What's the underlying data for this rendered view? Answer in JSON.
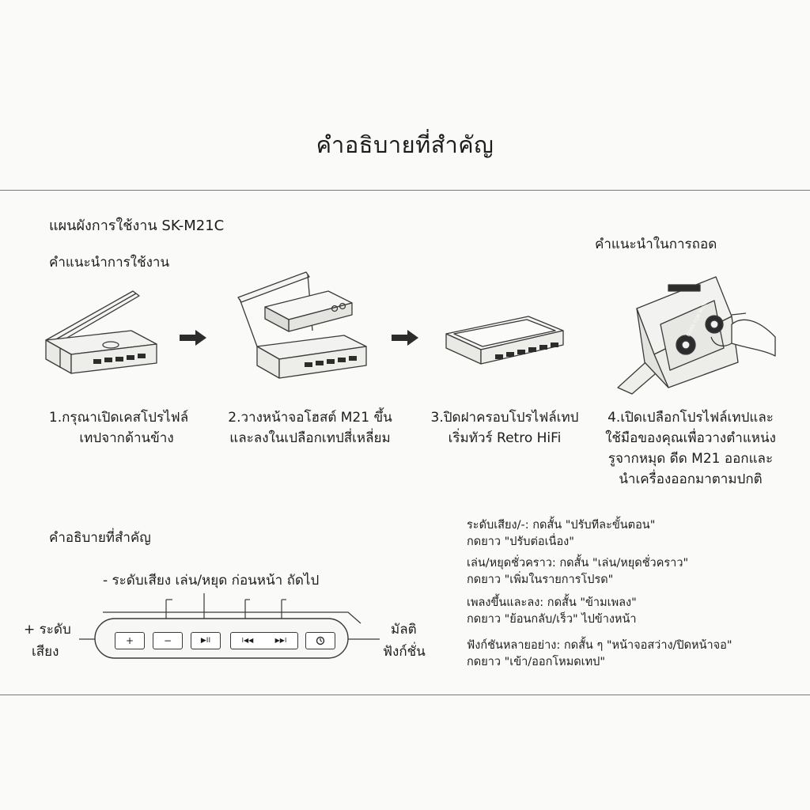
{
  "title": "คำอธิบายที่สำคัญ",
  "diagram_heading": "แผนผังการใช้งาน SK-M21C",
  "usage_heading": "คำแนะนำการใช้งาน",
  "removal_heading": "คำแนะนำในการถอด",
  "steps": [
    {
      "line1": "1.กรุณาเปิดเคสโปรไฟล์",
      "line2": "เทปจากด้านข้าง"
    },
    {
      "line1": "2.วางหน้าจอโฮสต์ M21 ขึ้น",
      "line2": "และลงในเปลือกเทปสี่เหลี่ยม"
    },
    {
      "line1": "3.ปิดฝาครอบโปรไฟล์เทป",
      "line2": "เริ่มทัวร์ Retro HiFi"
    },
    {
      "line1": "4.เปิดเปลือกโปรไฟล์เทปและ",
      "line2": "ใช้มือของคุณเพื่อวางตำแหน่ง",
      "line3": "รูจากหมุด ดีด M21 ออกและ",
      "line4": "นำเครื่องออกมาตามปกติ"
    }
  ],
  "device_illustration_text": "BORN FOR MUSIC",
  "keys_heading": "คำอธิบายที่สำคัญ",
  "callouts": {
    "top_row": "- ระดับเสียง เล่น/หยุด ก่อนหน้า ถัดไป",
    "left_line1": "+ ระดับ",
    "left_line2": "เสียง",
    "right_line1": "มัลติ",
    "right_line2": "ฟังก์ชั่น"
  },
  "buttons": [
    {
      "name": "volume-up-button",
      "glyph": "+"
    },
    {
      "name": "volume-down-button",
      "glyph": "−"
    },
    {
      "name": "play-pause-button",
      "glyph": "▶II"
    },
    {
      "name": "previous-button",
      "glyph": "I◀◀"
    },
    {
      "name": "next-button",
      "glyph": "▶▶I"
    },
    {
      "name": "multifunction-button",
      "glyph": ""
    }
  ],
  "descriptions": [
    {
      "line1": "ระดับเสียง/-: กดสั้น \"ปรับทีละขั้นตอน\"",
      "line2": "กดยาว \"ปรับต่อเนื่อง\""
    },
    {
      "line1": "เล่น/หยุดชั่วคราว: กดสั้น \"เล่น/หยุดชั่วคราว\"",
      "line2": "กดยาว \"เพิ่มในรายการโปรด\""
    },
    {
      "line1": "เพลงขึ้นและลง: กดสั้น \"ข้ามเพลง\"",
      "line2": "กดยาว \"ย้อนกลับ/เร็ว\" ไปข้างหน้า"
    },
    {
      "line1": "ฟังก์ชันหลายอย่าง: กดสั้น ๆ \"หน้าจอสว่าง/ปิดหน้าจอ\"",
      "line2": "กดยาว \"เข้า/ออกโหมดเทป\""
    }
  ],
  "colors": {
    "line": "#3a3a3a",
    "fill": "#f2f2f0",
    "dark": "#2c2c2c",
    "rule": "#7a7a7a"
  }
}
